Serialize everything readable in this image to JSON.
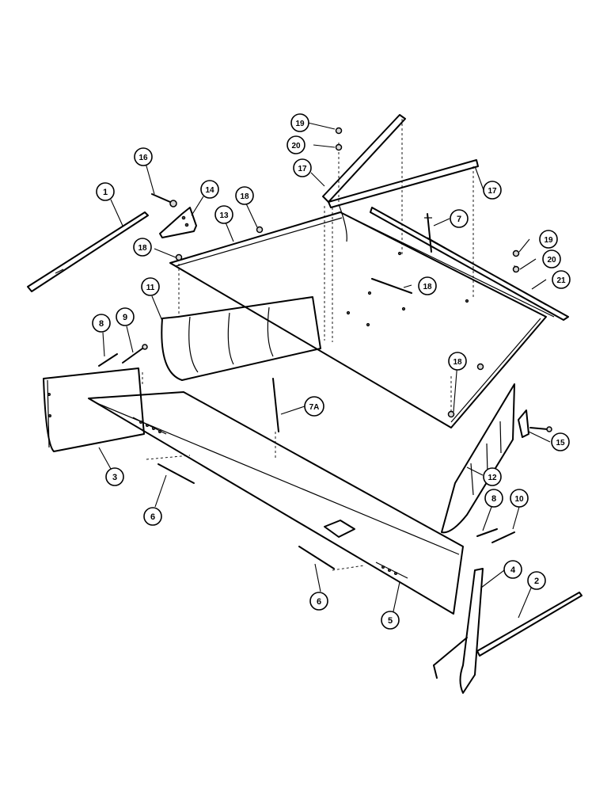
{
  "callouts": [
    {
      "id": "c1",
      "label": "1"
    },
    {
      "id": "c2",
      "label": "2"
    },
    {
      "id": "c3",
      "label": "3"
    },
    {
      "id": "c4",
      "label": "4"
    },
    {
      "id": "c5",
      "label": "5"
    },
    {
      "id": "c6a",
      "label": "6"
    },
    {
      "id": "c6b",
      "label": "6"
    },
    {
      "id": "c7",
      "label": "7"
    },
    {
      "id": "c7a",
      "label": "7A"
    },
    {
      "id": "c8a",
      "label": "8"
    },
    {
      "id": "c8b",
      "label": "8"
    },
    {
      "id": "c9",
      "label": "9"
    },
    {
      "id": "c10",
      "label": "10"
    },
    {
      "id": "c11",
      "label": "11"
    },
    {
      "id": "c12",
      "label": "12"
    },
    {
      "id": "c13",
      "label": "13"
    },
    {
      "id": "c14",
      "label": "14"
    },
    {
      "id": "c15",
      "label": "15"
    },
    {
      "id": "c16",
      "label": "16"
    },
    {
      "id": "c17a",
      "label": "17"
    },
    {
      "id": "c17b",
      "label": "17"
    },
    {
      "id": "c18a",
      "label": "18"
    },
    {
      "id": "c18b",
      "label": "18"
    },
    {
      "id": "c18c",
      "label": "18"
    },
    {
      "id": "c18d",
      "label": "18"
    },
    {
      "id": "c19a",
      "label": "19"
    },
    {
      "id": "c19b",
      "label": "19"
    },
    {
      "id": "c20a",
      "label": "20"
    },
    {
      "id": "c20b",
      "label": "20"
    },
    {
      "id": "c21",
      "label": "21"
    }
  ]
}
